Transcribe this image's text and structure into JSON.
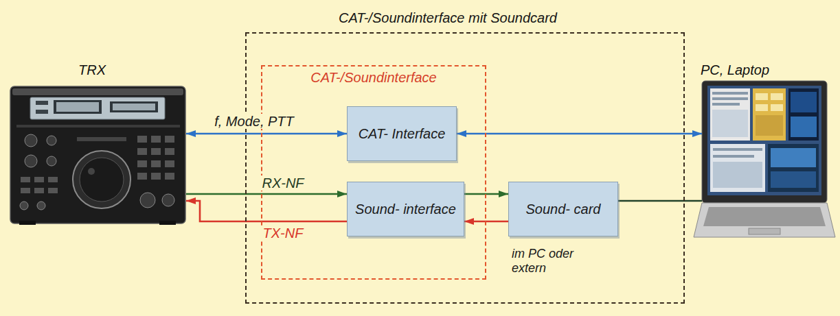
{
  "diagram": {
    "nodes": [
      {
        "text": [
          "TRX"
        ]
      },
      {
        "text": [
          "CAT-/Soundinterface mit Soundcard"
        ]
      },
      {
        "text": [
          "CAT-/Soundinterface"
        ],
        "in": 1
      },
      {
        "text": [
          "CAT- Interface"
        ],
        "in": 2
      },
      {
        "text": [
          "Sound- interface"
        ],
        "in": 2
      },
      {
        "text": [
          "Sound- card"
        ],
        "in": 1
      },
      {
        "text": [
          "PC, Laptop"
        ]
      }
    ],
    "edges": [
      {
        "from": 0,
        "to": 3,
        "arrow": "both",
        "label": "f, Mode, PTT"
      },
      {
        "from": 3,
        "to": 6,
        "arrow": "both"
      },
      {
        "from": 0,
        "to": 4,
        "arrow": "to",
        "label": "RX-NF"
      },
      {
        "from": 4,
        "to": 0,
        "arrow": "to",
        "label": "TX-NF"
      },
      {
        "from": 4,
        "to": 5,
        "arrow": "to"
      },
      {
        "from": 5,
        "to": 4,
        "arrow": "to"
      },
      {
        "from": 5,
        "to": 6,
        "arrow": "none"
      }
    ],
    "labels": [
      "im PC oder extern"
    ]
  }
}
